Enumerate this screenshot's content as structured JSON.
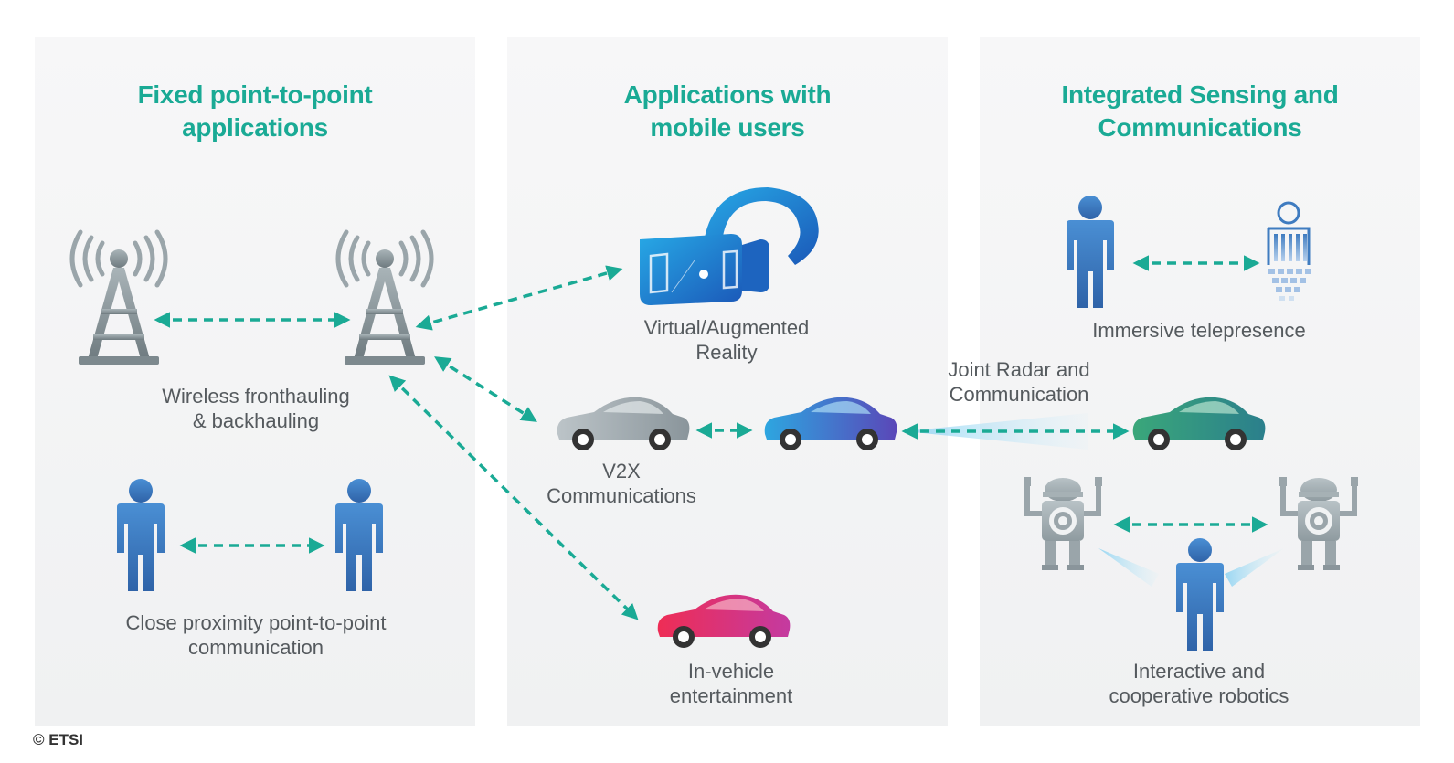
{
  "columns": [
    {
      "title_line1": "Fixed point-to-point",
      "title_line2": "applications"
    },
    {
      "title_line1": "Applications with",
      "title_line2": "mobile users"
    },
    {
      "title_line1": "Integrated Sensing and",
      "title_line2": "Communications"
    }
  ],
  "labels": {
    "fronthaul_1": "Wireless fronthauling",
    "fronthaul_2": "& backhauling",
    "proximity_1": "Close proximity point-to-point",
    "proximity_2": "communication",
    "vr_1": "Virtual/Augmented",
    "vr_2": "Reality",
    "v2x_1": "V2X",
    "v2x_2": "Communications",
    "invehicle_1": "In-vehicle",
    "invehicle_2": "entertainment",
    "radar_1": "Joint Radar and",
    "radar_2": "Communication",
    "telepresence": "Immersive telepresence",
    "robotics_1": "Interactive and",
    "robotics_2": "cooperative robotics"
  },
  "copyright": "© ETSI",
  "colors": {
    "accent": "#1aaa95",
    "arrow": "#1aaa95",
    "person": "#3f7cc0",
    "car_blue": "#3a72c9",
    "car_red": "#e0306a",
    "car_green": "#2f9a79",
    "car_gray": "#9aa4aa",
    "tower": "#8a969b"
  },
  "icons": [
    "antenna-tower-icon",
    "person-icon",
    "vr-headset-icon",
    "car-icon",
    "hologram-person-icon",
    "robot-icon",
    "radar-beam-icon"
  ]
}
